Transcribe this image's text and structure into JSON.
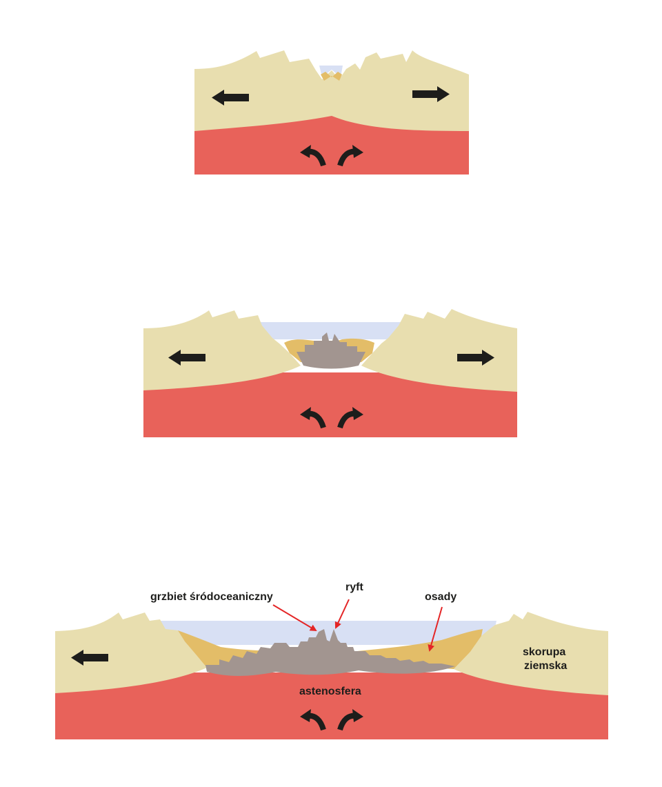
{
  "colors": {
    "crust": "#e8deaf",
    "asthenosphere": "#e8625a",
    "water": "#d8e0f4",
    "sediment": "#e3bd68",
    "oceanic_crust": "#a29590",
    "arrow": "#1d1d1b",
    "pointer": "#e42526"
  },
  "labels": {
    "ridge": "grzbiet śródoceaniczny",
    "rift": "ryft",
    "sediments": "osady",
    "crust_line1": "skorupa",
    "crust_line2": "ziemska",
    "asthenosphere": "astenosfera"
  }
}
